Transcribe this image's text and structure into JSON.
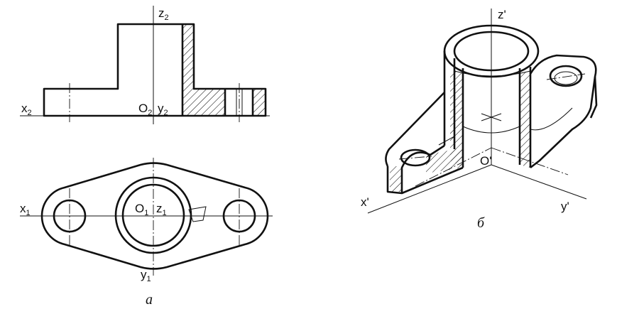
{
  "labels": {
    "z2": "z",
    "z2_sub": "2",
    "x2": "x",
    "x2_sub": "2",
    "o2": "O",
    "o2_sub": "2",
    "y2": "y",
    "y2_sub": "2",
    "x1": "x",
    "x1_sub": "1",
    "o1": "O",
    "o1_sub": "1",
    "z1": "z",
    "z1_sub": "1",
    "y1": "y",
    "y1_sub": "1",
    "z_prime": "z'",
    "x_prime": "x'",
    "y_prime": "y'",
    "o_prime": "O'"
  },
  "captions": {
    "a": "а",
    "b": "б"
  }
}
